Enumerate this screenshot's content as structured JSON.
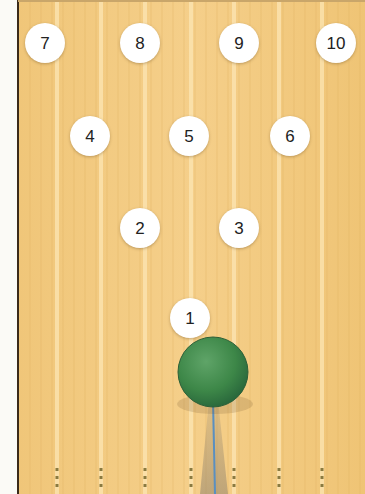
{
  "diagram": {
    "nodes": [
      {
        "text": [
          "7"
        ]
      },
      {
        "text": [
          "8"
        ]
      },
      {
        "text": [
          "9"
        ]
      },
      {
        "text": [
          "10"
        ]
      },
      {
        "text": [
          "4"
        ]
      },
      {
        "text": [
          "5"
        ]
      },
      {
        "text": [
          "6"
        ]
      },
      {
        "text": [
          "2"
        ]
      },
      {
        "text": [
          "3"
        ]
      },
      {
        "text": [
          "1"
        ]
      }
    ]
  }
}
